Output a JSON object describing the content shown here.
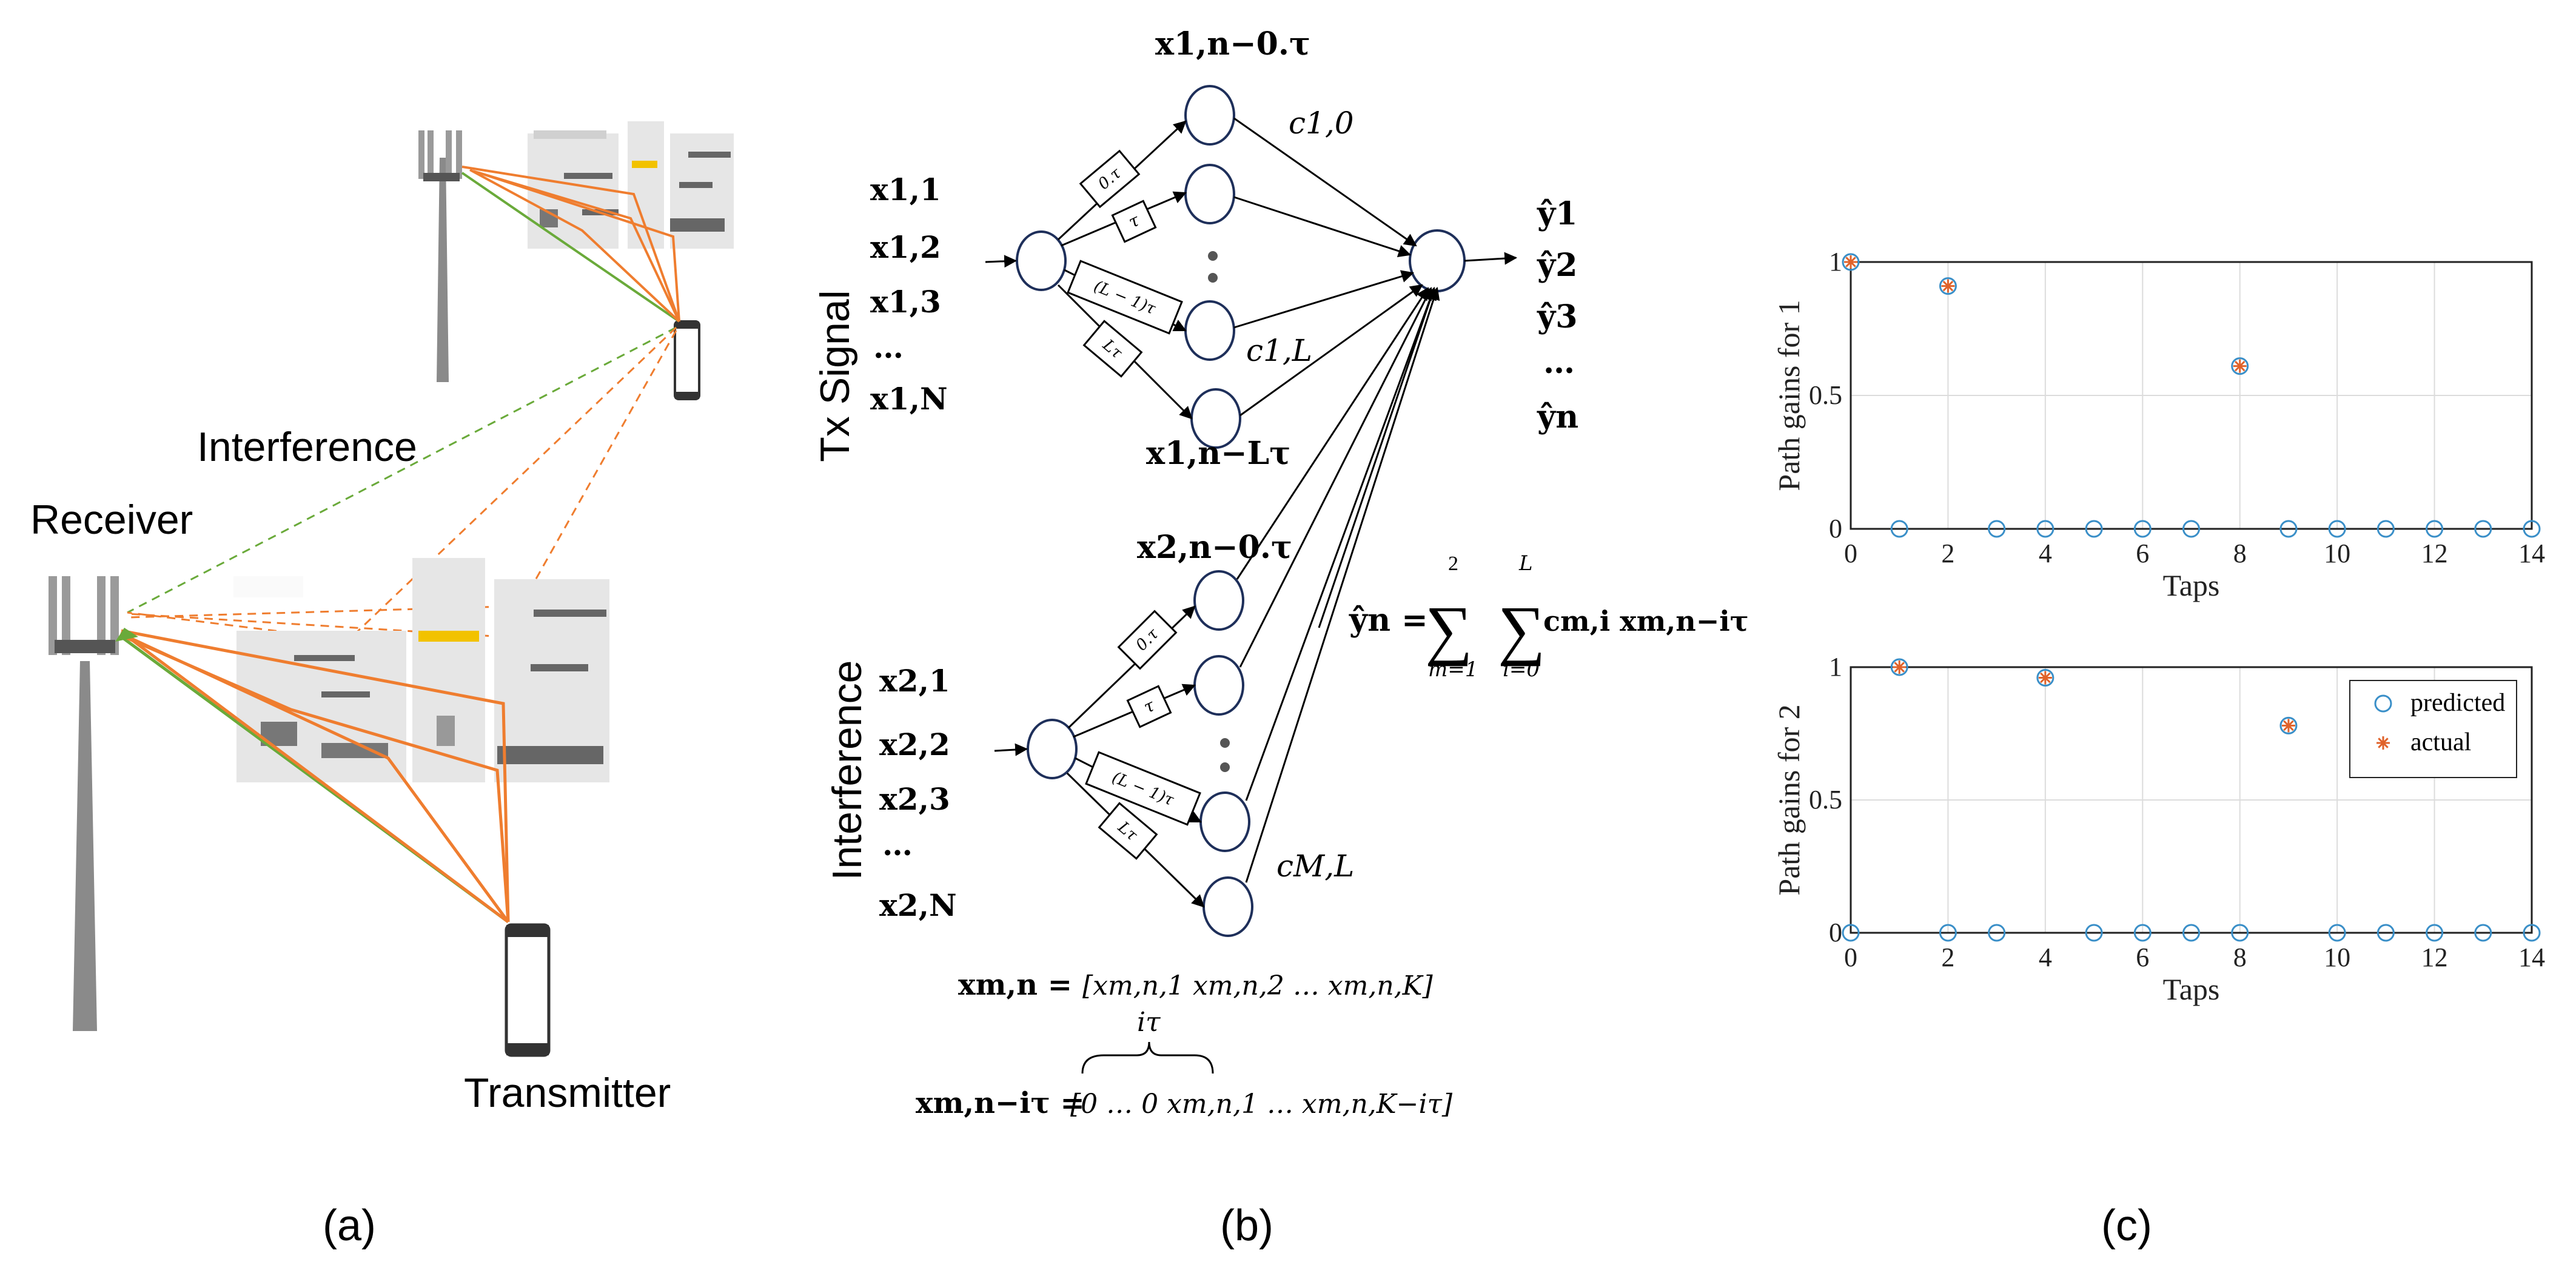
{
  "panels": {
    "a_label": "(a)",
    "b_label": "(b)",
    "c_label": "(c)"
  },
  "panel_a": {
    "receiver": "Receiver",
    "interference": "Interference",
    "transmitter": "Transmitter"
  },
  "panel_b": {
    "tx_signal": "Tx Signal",
    "interference": "Interference",
    "tx_inputs": [
      "x1,1",
      "x1,2",
      "x1,3",
      "…",
      "x1,N"
    ],
    "int_inputs": [
      "x2,1",
      "x2,2",
      "x2,3",
      "…",
      "x2,N"
    ],
    "outputs": [
      "ŷ1",
      "ŷ2",
      "ŷ3",
      "…",
      "ŷn"
    ],
    "top_node": "x1,n−0.τ",
    "bottom_node": "x1,n−Lτ",
    "mid_node": "x2,n−0.τ",
    "coef_c10": "c1,0",
    "coef_c1L": "c1,L",
    "coef_cML": "cM,L",
    "delays_tx": [
      "0.τ",
      "τ",
      "(L − 1)τ",
      "Lτ"
    ],
    "delays_int": [
      "0.τ",
      "τ",
      "(L − 1)τ",
      "Lτ"
    ],
    "equation_lhs": "ŷn =",
    "sum_m_top": "2",
    "sum_m_bottom": "m=1",
    "sum_i_top": "L",
    "sum_i_bottom": "i=0",
    "equation_body": "cm,i xm,n−iτ",
    "vec_lhs": "xm,n =",
    "vec_rhs": "[xm,n,1    xm,n,2  …    xm,n,K]",
    "shift_label": "iτ",
    "shift_lhs": "xm,n−iτ =",
    "shift_rhs": "[0     …     0 xm,n,1  …    xm,n,K−iτ]"
  },
  "chart_data": [
    {
      "type": "scatter",
      "title": "",
      "xlabel": "Taps",
      "ylabel": "Path gains for 1",
      "xlim": [
        0,
        14
      ],
      "ylim": [
        0,
        1
      ],
      "xticks": [
        0,
        2,
        4,
        6,
        8,
        10,
        12,
        14
      ],
      "yticks": [
        0,
        0.5,
        1
      ],
      "grid": true,
      "series": [
        {
          "name": "predicted",
          "marker": "circle",
          "color": "#3a8fc8",
          "x": [
            0,
            1,
            2,
            3,
            4,
            5,
            6,
            7,
            8,
            9,
            10,
            11,
            12,
            13,
            14
          ],
          "y": [
            1,
            0,
            0.91,
            0,
            0,
            0,
            0,
            0,
            0.61,
            0,
            0,
            0,
            0,
            0,
            0
          ]
        },
        {
          "name": "actual",
          "marker": "star",
          "color": "#e0622a",
          "x": [
            0,
            2,
            8
          ],
          "y": [
            1,
            0.91,
            0.61
          ]
        }
      ]
    },
    {
      "type": "scatter",
      "title": "",
      "xlabel": "Taps",
      "ylabel": "Path gains for 2",
      "xlim": [
        0,
        14
      ],
      "ylim": [
        0,
        1
      ],
      "xticks": [
        0,
        2,
        4,
        6,
        8,
        10,
        12,
        14
      ],
      "yticks": [
        0,
        0.5,
        1
      ],
      "grid": true,
      "legend": "top-right",
      "series": [
        {
          "name": "predicted",
          "marker": "circle",
          "color": "#3a8fc8",
          "x": [
            0,
            1,
            2,
            3,
            4,
            5,
            6,
            7,
            8,
            9,
            10,
            11,
            12,
            13,
            14
          ],
          "y": [
            0,
            1,
            0,
            0,
            0.96,
            0,
            0,
            0,
            0,
            0.78,
            0,
            0,
            0,
            0,
            0
          ]
        },
        {
          "name": "actual",
          "marker": "star",
          "color": "#e0622a",
          "x": [
            1,
            4,
            9
          ],
          "y": [
            1,
            0.96,
            0.78
          ]
        }
      ]
    }
  ],
  "colors": {
    "green": "#6aaa3a",
    "orange": "#ef7d2f",
    "grid": "#dcdcdc"
  }
}
